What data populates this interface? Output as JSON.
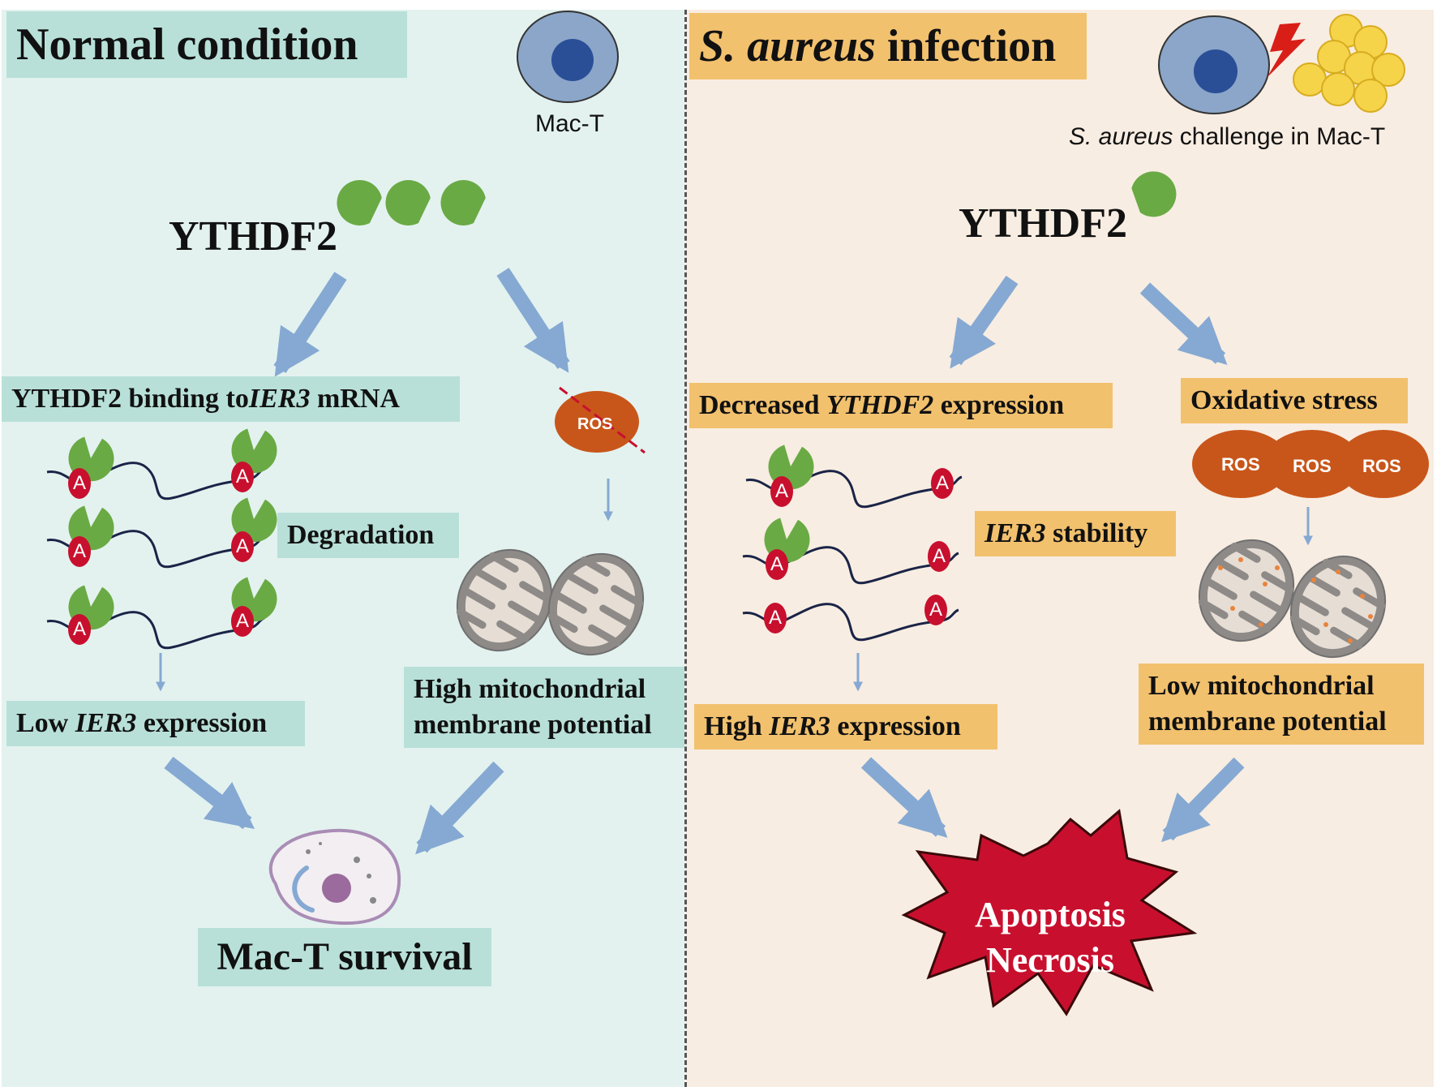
{
  "left_panel": {
    "title": "Normal condition",
    "cell_label": "Mac-T",
    "protein": "YTHDF2",
    "binding_label": {
      "pre": "YTHDF2 binding to ",
      "gene": "IER3",
      "post": " mRNA"
    },
    "degradation_label": "Degradation",
    "ros_crossed_label": "ROS",
    "low_expression_label": {
      "pre": "Low ",
      "gene": "IER3",
      "post": " expression"
    },
    "mito_label_line1": "High mitochondrial",
    "mito_label_line2": "membrane potential",
    "outcome_label": "Mac-T survival"
  },
  "right_panel": {
    "title": {
      "species": "S. aureus",
      "post": " infection"
    },
    "challenge_label": {
      "species": "S. aureus",
      "post": " challenge in Mac-T"
    },
    "protein": "YTHDF2",
    "decreased_label": {
      "pre": "Decreased ",
      "gene": "YTHDF2",
      "post": " expression"
    },
    "oxidative_label": "Oxidative stress",
    "ros_labels": [
      "ROS",
      "ROS",
      "ROS"
    ],
    "stability_label": {
      "gene": "IER3",
      "post": " stability"
    },
    "high_expression_label": {
      "pre": "High ",
      "gene": "IER3",
      "post": " expression"
    },
    "mito_label_line1": "Low mitochondrial",
    "mito_label_line2": "membrane potential",
    "outcome_line1": "Apoptosis",
    "outcome_line2": "Necrosis"
  },
  "mrna_base_letter": "A",
  "colors": {
    "left_background": "#e3f2ef",
    "right_background": "#f8ede2",
    "teal_label": "#b8e0d8",
    "gold_label": "#f2c16e",
    "ythdf2_green": "#6aaa45",
    "adenosine_red": "#c8102e",
    "ros_orange": "#c8561a",
    "arrow_blue": "#85a9d2",
    "apoptosis_red": "#c8102e",
    "cell_blue": "#8ba6c8",
    "nucleus_blue": "#2a4f97",
    "bacteria_yellow": "#f5d44a"
  }
}
